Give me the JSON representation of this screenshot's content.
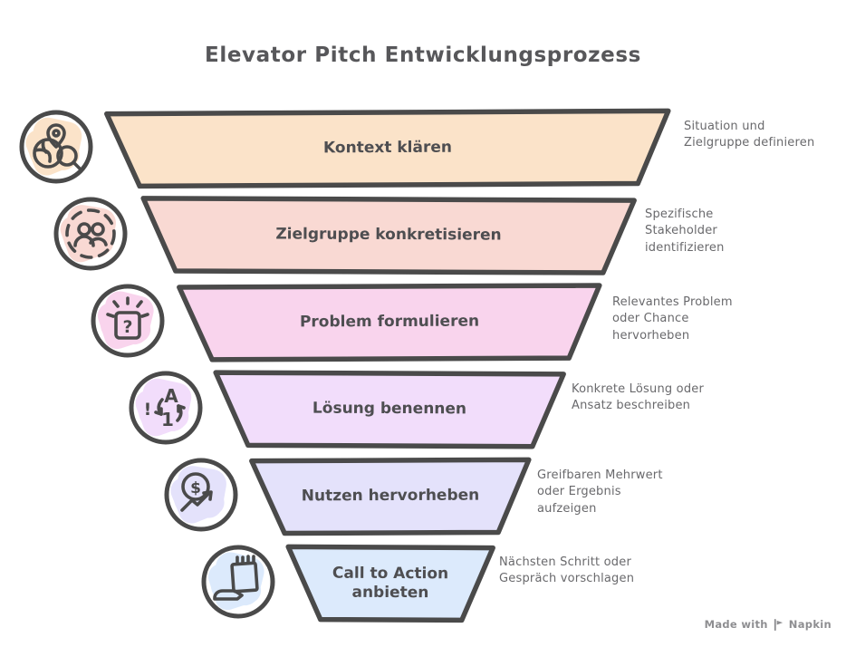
{
  "title": "Elevator Pitch Entwicklungsprozess",
  "colors": {
    "ink": "#4a4a4a",
    "title_text": "#57575a",
    "annotation_text": "#69696c",
    "stage_fills": [
      "#fbe3c9",
      "#f9d9d3",
      "#f9d4ed",
      "#f2ddfb",
      "#e4e2fb",
      "#dceafc"
    ]
  },
  "stages": [
    {
      "label": "Kontext klären",
      "annotation": "Situation und\nZielgruppe definieren",
      "fill": "#fbe3c9",
      "icon": "globe-location-search-icon"
    },
    {
      "label": "Zielgruppe konkretisieren",
      "annotation": "Spezifische\nStakeholder\nidentifizieren",
      "fill": "#f9d9d3",
      "icon": "stakeholder-group-icon"
    },
    {
      "label": "Problem formulieren",
      "annotation": "Relevantes Problem\noder Chance\nhervorheben",
      "fill": "#f9d4ed",
      "icon": "question-idea-icon"
    },
    {
      "label": "Lösung benennen",
      "annotation": "Konkrete Lösung oder\nAnsatz beschreiben",
      "fill": "#f2ddfb",
      "icon": "concept-convert-icon"
    },
    {
      "label": "Nutzen hervorheben",
      "annotation": "Greifbaren Mehrwert\noder Ergebnis\naufzeigen",
      "fill": "#e4e2fb",
      "icon": "value-growth-icon"
    },
    {
      "label": "Call to Action anbieten",
      "annotation": "Nächsten Schritt oder\nGespräch vorschlagen",
      "fill": "#dceafc",
      "icon": "notepad-offer-icon"
    }
  ],
  "watermark": {
    "prefix": "Made with",
    "brand": "Napkin"
  }
}
